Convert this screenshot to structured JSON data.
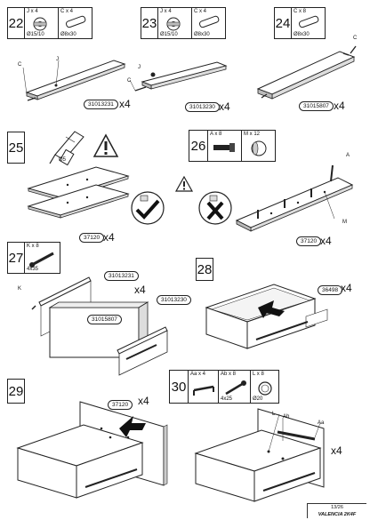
{
  "steps": {
    "s22": "22",
    "s23": "23",
    "s24": "24",
    "s25": "25",
    "s26": "26",
    "s27": "27",
    "s28": "28",
    "s29": "29",
    "s30": "30"
  },
  "hardware": {
    "j_label": "J x 4",
    "j_size": "Ø15/10",
    "c_label": "C x 4",
    "c_size": "Ø8x30",
    "c8_label": "C x 8",
    "a_label": "A x 8",
    "m_label": "M x 12",
    "k_label": "K x 8",
    "k_size": "4x35",
    "aa_label": "Aa x 4",
    "ab_label": "Ab x 8",
    "ab_size": "4x25",
    "l_label": "L x 8",
    "l_size": "Ø20"
  },
  "parts": {
    "p31013231": "31013231",
    "p31013230": "31013230",
    "p31015807": "31015807",
    "p37120": "37120",
    "p36498": "36498"
  },
  "callouts": {
    "c": "C",
    "j": "J",
    "a": "A",
    "m": "M",
    "k": "K",
    "l": "L",
    "ab": "Ab",
    "aa": "Aa",
    "drill": "Ø5"
  },
  "multipliers": {
    "x4": "x4"
  },
  "footer": {
    "page": "13/26",
    "model": "VALENCIA 2K4F"
  }
}
